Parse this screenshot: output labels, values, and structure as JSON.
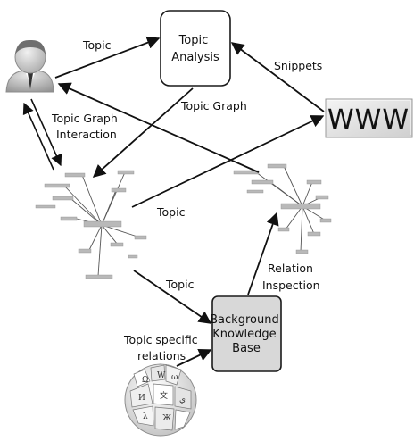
{
  "nodes": {
    "topic_analysis": {
      "lines": [
        "Topic",
        "Analysis"
      ]
    },
    "www": {
      "label": "WWW"
    },
    "background_kb": {
      "lines": [
        "Background",
        "Knowledge",
        "Base"
      ]
    }
  },
  "edges": {
    "user_to_analysis": "Topic",
    "analysis_to_graph": "Topic Graph",
    "www_to_analysis": "Snippets",
    "interaction": [
      "Topic Graph",
      "Interaction"
    ],
    "graph_to_www": "Topic",
    "graph_to_kb": "Topic",
    "relation_inspection": [
      "Relation",
      "Inspection"
    ],
    "wikipedia_to_kb": [
      "Topic specific",
      "relations"
    ]
  },
  "icons": {
    "user": "user-icon",
    "wikipedia": "wikipedia-globe-icon",
    "topic_graph": "topic-graph-icon"
  }
}
